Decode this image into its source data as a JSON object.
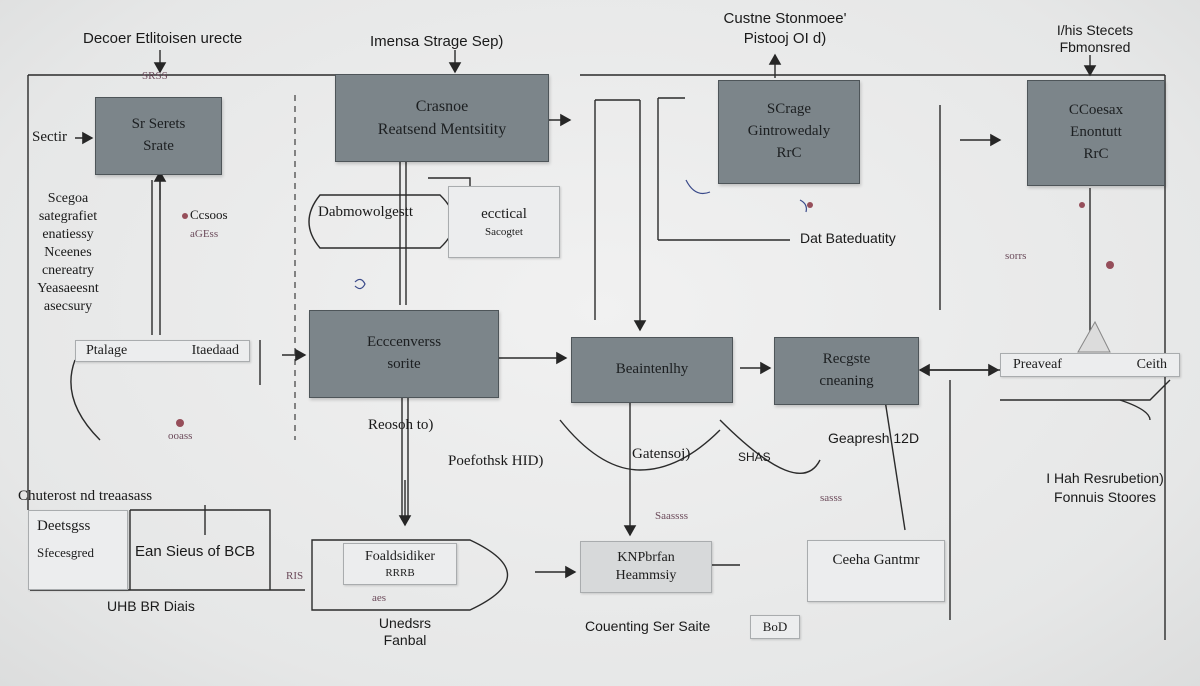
{
  "labels": {
    "top_left": "Decoer Etlitoisen urecte",
    "top_left_tiny": "SRSS",
    "top_center": "Imensa Strage Sep)",
    "top_right_mid": "Custne Stonmoee'",
    "top_right_mid_sub": "Pistooj OI d)",
    "top_far_right": "I/his Stecets",
    "top_far_right_sub": "Fbmonsred",
    "left_side": "Sectir",
    "left_block": [
      "Scegoa",
      "sategrafiet",
      "enatiessy",
      "Nceenes",
      "cnereatry",
      "Yeasaeesnt",
      "asecsury"
    ],
    "left_pink": "Ccsoos",
    "left_pink_small": "aGEss",
    "left_small_bottom": "ooass",
    "mid_db": "Dat Bateduatity",
    "right_pink": "sorrs",
    "center_lower": "Reosoh to)",
    "center_lower_sub": "Poefothsk HID)",
    "center_mid": "Gatensoj)",
    "center_mid_small": "Saassss",
    "right_mid": "Geapresh 12D",
    "right_lower": "I Hah Resrubetion)",
    "right_lower_sub": "Fonnuis Stoores",
    "bottom_left_header": "Chuterost nd treaasass",
    "bottom_left_card": "Deetsgss",
    "bottom_left_card_sub": "Sfecesgred",
    "bottom_left_main": "Ean Sieus of BCB",
    "bottom_left_foot": "UHB BR Diais",
    "bottom_center_under": "Unedsrs",
    "bottom_center_under_sub": "Fanbal",
    "bottom_mid_foot": "Couenting Ser Saite",
    "bottom_mid_tag": "BoD",
    "small_tag_a": "SHAS",
    "small_tag_b": "RIS",
    "small_tag_c": "aes",
    "tiny_mid": "sasss"
  },
  "boxes": {
    "sw_store": [
      "Sr Serets",
      "Srate"
    ],
    "reasoned": [
      "Crasnoe",
      "Reatsend Mentsitity"
    ],
    "storage": [
      "SCrage",
      "Gintrowedaly",
      "RrC"
    ],
    "concepts": [
      "CCoesax",
      "Enontutt",
      "RrC"
    ],
    "ecosystem": [
      "Ecccenverss",
      "sorite"
    ],
    "readiness": [
      "Beaintenlhy"
    ],
    "request": [
      "Recgste",
      "cneaning"
    ]
  },
  "cards": {
    "pill_left": "Dabmowolgestt",
    "pill_card": [
      "ecctical",
      "Sacogtet"
    ],
    "stage_card": "Ptalage",
    "stage_card_right": "Itaedaad",
    "preview_card": "Preaveaf",
    "preview_card_right": "Ceith",
    "foundation_card": [
      "Foaldsidiker",
      "RRRB"
    ],
    "kit_card": [
      "KNPbrfan",
      "Heammsiy"
    ],
    "create_card": "Ceeha Gantmr"
  }
}
